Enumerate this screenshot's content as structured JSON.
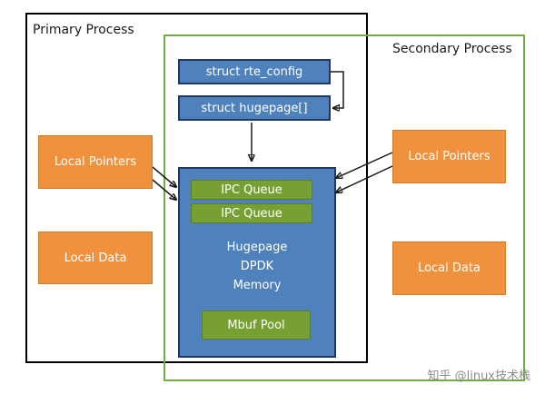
{
  "diagram": {
    "primary_process": {
      "label": "Primary Process"
    },
    "secondary_process": {
      "label": "Secondary Process"
    },
    "structs": {
      "rte_config": "struct rte_config",
      "hugepage": "struct hugepage[]"
    },
    "memory": {
      "ipc_queue_1": "IPC Queue",
      "ipc_queue_2": "IPC Queue",
      "line1": "Hugepage",
      "line2": "DPDK",
      "line3": "Memory",
      "mbuf_pool": "Mbuf Pool"
    },
    "primary_side": {
      "local_pointers": "Local Pointers",
      "local_data": "Local Data"
    },
    "secondary_side": {
      "local_pointers": "Local Pointers",
      "local_data": "Local Data"
    },
    "watermark": "知乎 @linux技术栈",
    "colors": {
      "box_blue": "#4f81bd",
      "box_blue_border": "#1f3864",
      "box_green": "#77a033",
      "box_green_border": "#5c7d27",
      "box_orange": "#f0913e",
      "box_orange_border": "#d4782a",
      "secondary_border": "#70ad47",
      "primary_border": "#000000"
    }
  }
}
